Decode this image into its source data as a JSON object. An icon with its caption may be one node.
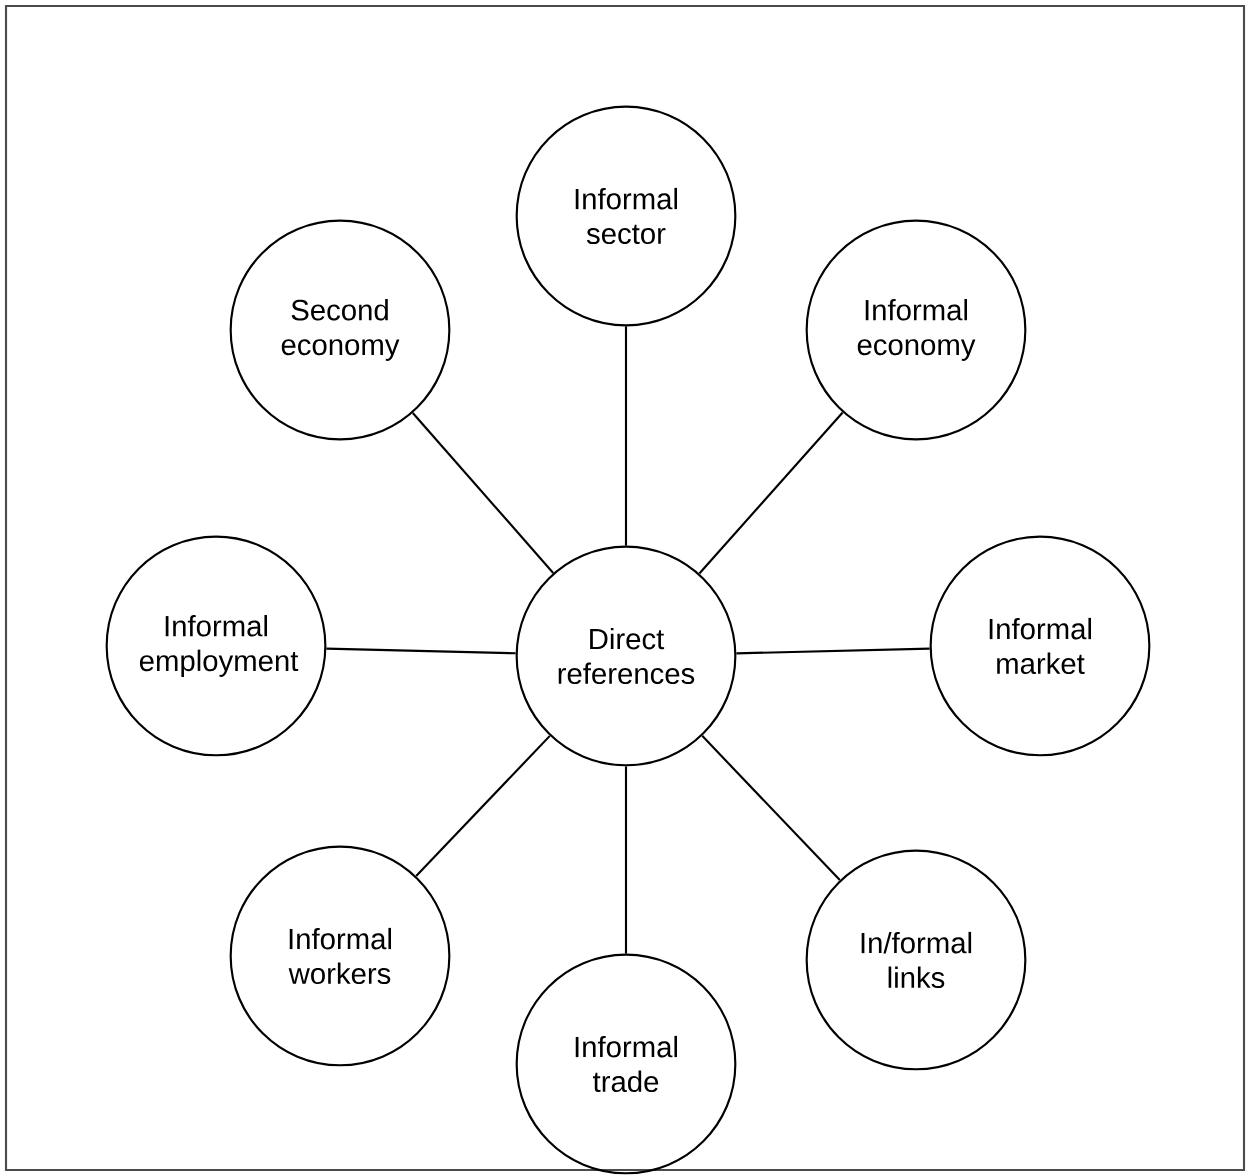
{
  "diagram": {
    "nodes": [
      {
        "text": [
          "Direct references"
        ]
      },
      {
        "text": [
          "Informal sector"
        ]
      },
      {
        "text": [
          "Informal economy"
        ]
      },
      {
        "text": [
          "Informal market"
        ]
      },
      {
        "text": [
          "In/formal links"
        ]
      },
      {
        "text": [
          "Informal trade"
        ]
      },
      {
        "text": [
          "Informal workers"
        ]
      },
      {
        "text": [
          "Informal employment"
        ]
      },
      {
        "text": [
          "Second economy"
        ]
      }
    ],
    "edges": [
      {
        "from": 0,
        "to": 1,
        "arrow": "none"
      },
      {
        "from": 0,
        "to": 2,
        "arrow": "none"
      },
      {
        "from": 0,
        "to": 3,
        "arrow": "none"
      },
      {
        "from": 0,
        "to": 4,
        "arrow": "none"
      },
      {
        "from": 0,
        "to": 5,
        "arrow": "none"
      },
      {
        "from": 0,
        "to": 6,
        "arrow": "none"
      },
      {
        "from": 0,
        "to": 7,
        "arrow": "none"
      },
      {
        "from": 0,
        "to": 8,
        "arrow": "none"
      }
    ]
  }
}
